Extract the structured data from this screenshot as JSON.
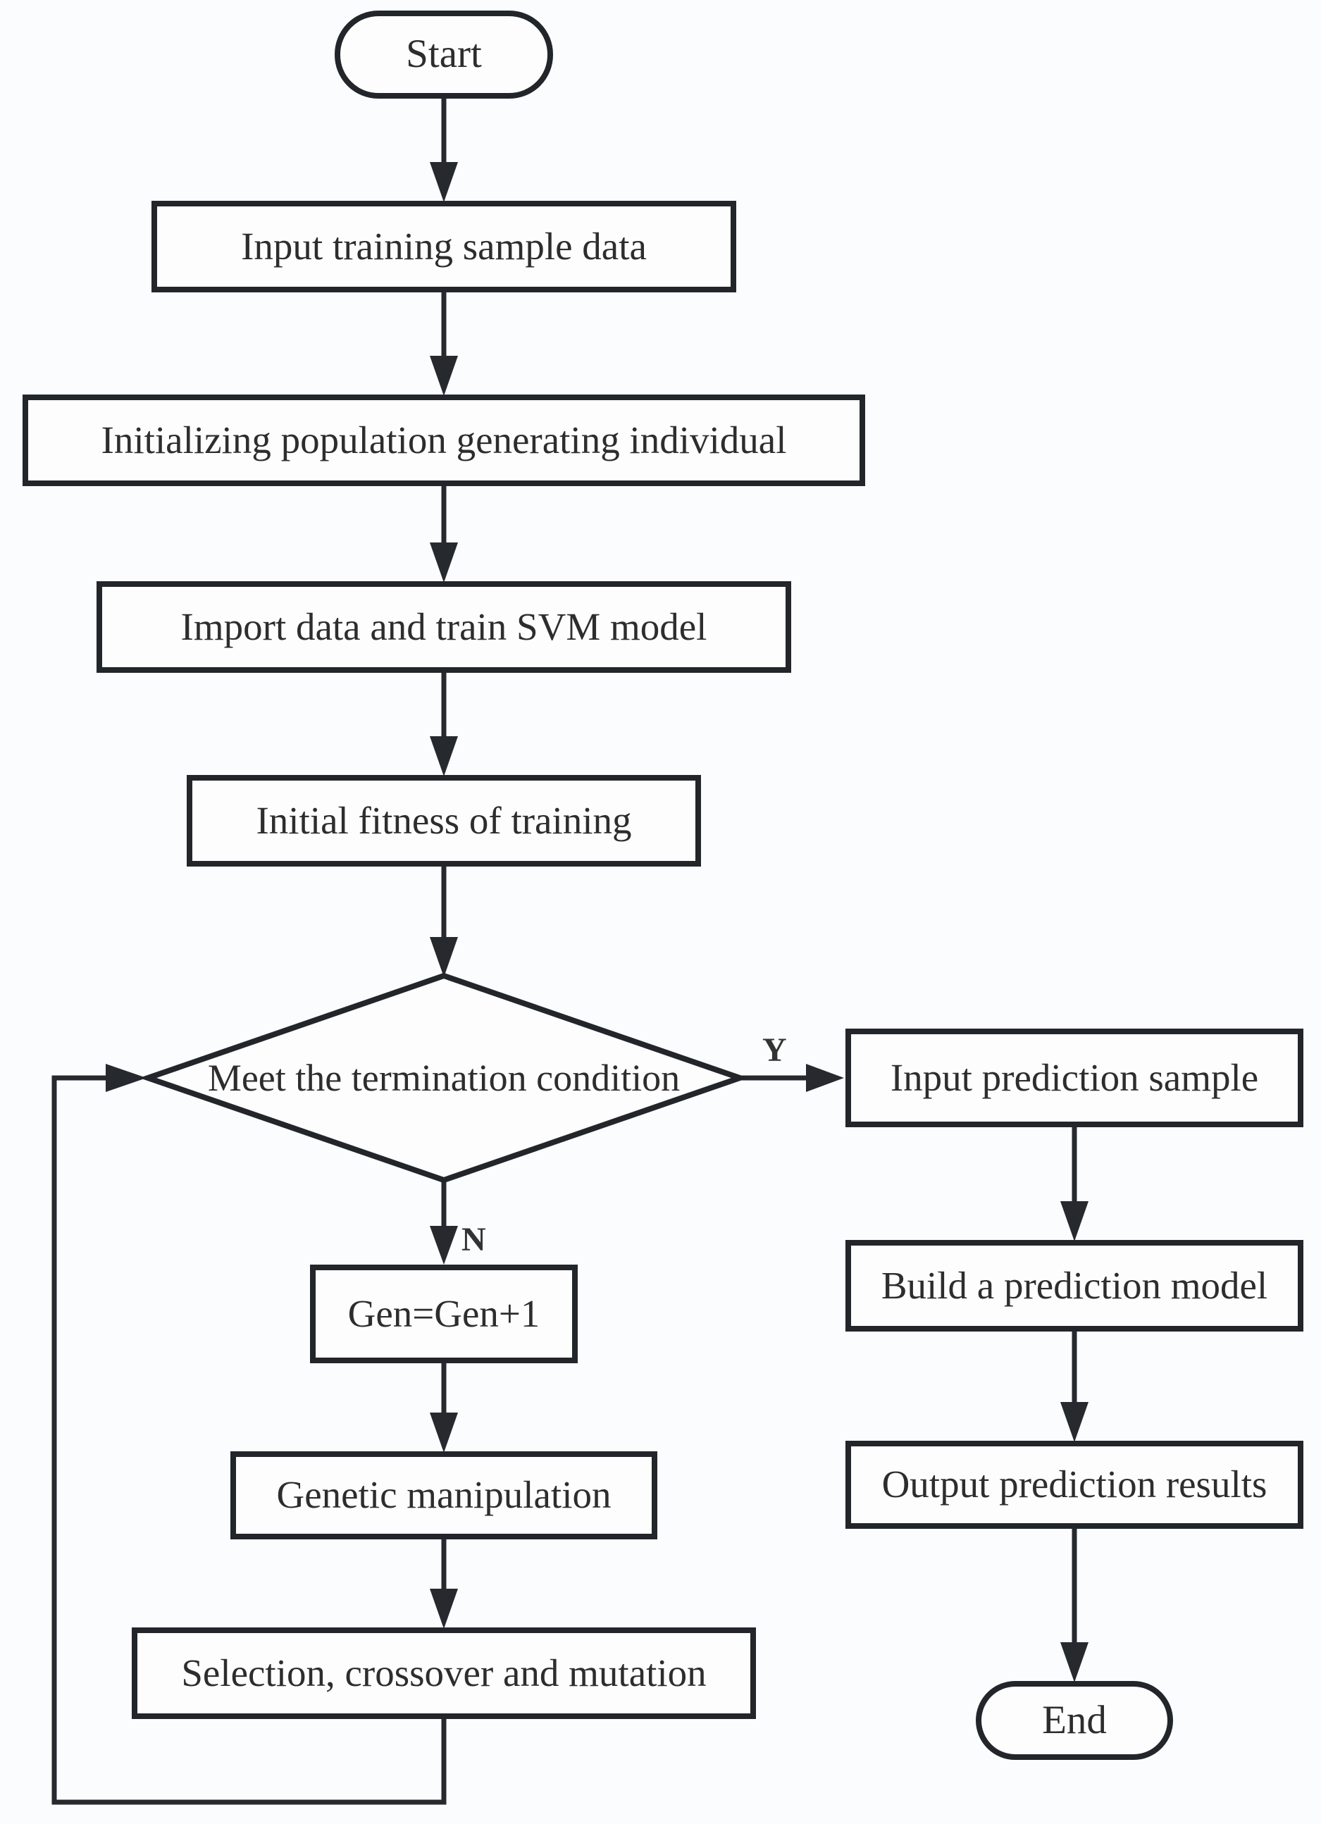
{
  "diagram": {
    "type": "flowchart",
    "nodes": {
      "start": "Start",
      "input_training": "Input training sample data",
      "init_population": "Initializing population generating individual",
      "import_train_svm": "Import data and train SVM model",
      "initial_fitness": "Initial fitness of training",
      "termination_decision": "Meet the termination condition",
      "gen_increment": "Gen=Gen+1",
      "genetic_manipulation": "Genetic manipulation",
      "selection_crossover": "Selection, crossover and mutation",
      "input_prediction": "Input prediction sample",
      "build_prediction": "Build a prediction model",
      "output_prediction": "Output prediction results",
      "end": "End"
    },
    "branch_labels": {
      "yes": "Y",
      "no": "N"
    },
    "edges": [
      {
        "from": "start",
        "to": "input_training"
      },
      {
        "from": "input_training",
        "to": "init_population"
      },
      {
        "from": "init_population",
        "to": "import_train_svm"
      },
      {
        "from": "import_train_svm",
        "to": "initial_fitness"
      },
      {
        "from": "initial_fitness",
        "to": "termination_decision"
      },
      {
        "from": "termination_decision",
        "to": "input_prediction",
        "label": "Y"
      },
      {
        "from": "termination_decision",
        "to": "gen_increment",
        "label": "N"
      },
      {
        "from": "gen_increment",
        "to": "genetic_manipulation"
      },
      {
        "from": "genetic_manipulation",
        "to": "selection_crossover"
      },
      {
        "from": "selection_crossover",
        "to": "termination_decision"
      },
      {
        "from": "input_prediction",
        "to": "build_prediction"
      },
      {
        "from": "build_prediction",
        "to": "output_prediction"
      },
      {
        "from": "output_prediction",
        "to": "end"
      }
    ],
    "colors": {
      "ink": "#26292e",
      "border": "#22262b",
      "text": "#2d2d2d",
      "background": "#fbfcfd",
      "node_fill": "#fdfdfe"
    }
  }
}
